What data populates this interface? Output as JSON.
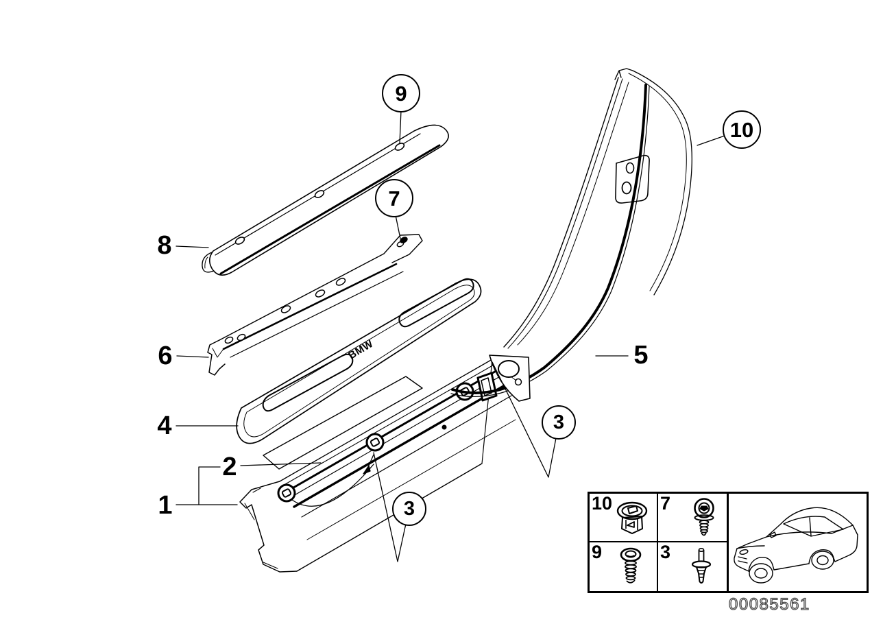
{
  "diagram": {
    "number": "00085561",
    "brand_text": "BMW"
  },
  "part_labels": {
    "p8": "8",
    "p6": "6",
    "p4": "4",
    "p2": "2",
    "p1": "1",
    "p5": "5"
  },
  "fastener_callouts": {
    "c9": "9",
    "c7": "7",
    "c10": "10",
    "c3a": "3",
    "c3b": "3"
  },
  "fastener_table": {
    "cells": [
      {
        "label": "10",
        "icon": "clip-nut-icon"
      },
      {
        "label": "7",
        "icon": "washer-screw-icon"
      },
      {
        "label": "9",
        "icon": "pan-head-screw-icon"
      },
      {
        "label": "3",
        "icon": "expansion-rivet-icon"
      }
    ]
  },
  "colors": {
    "line": "#000000",
    "background": "#ffffff"
  }
}
